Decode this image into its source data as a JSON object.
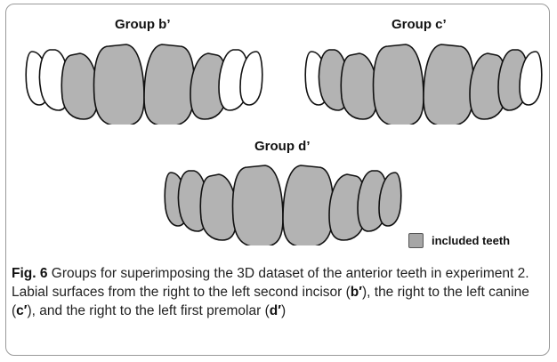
{
  "groups": [
    {
      "label": "Group b’",
      "teeth": [
        "excluded",
        "excluded",
        "included",
        "included",
        "included",
        "included",
        "excluded",
        "excluded"
      ]
    },
    {
      "label": "Group c’",
      "teeth": [
        "excluded",
        "included",
        "included",
        "included",
        "included",
        "included",
        "included",
        "excluded"
      ]
    },
    {
      "label": "Group d’",
      "teeth": [
        "included",
        "included",
        "included",
        "included",
        "included",
        "included",
        "included",
        "included"
      ]
    }
  ],
  "legend": {
    "label": "included teeth",
    "color": "#a6a6a6"
  },
  "caption": {
    "fig_label": "Fig. 6",
    "text_1": " Groups for superimposing the 3D dataset of the anterior teeth in experiment 2. Labial surfaces from the right to the left second incisor (",
    "mark_b": "b′",
    "text_2": "), the right to the left canine (",
    "mark_c": "c′",
    "text_3": "), and the right to the left first premolar (",
    "mark_d": "d′",
    "text_4": ")"
  }
}
